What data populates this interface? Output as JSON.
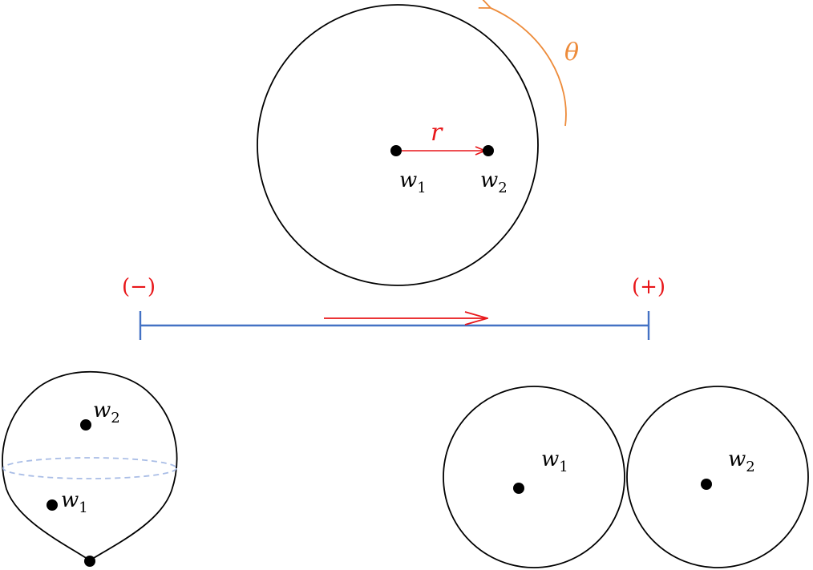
{
  "colors": {
    "stroke": "#000000",
    "accent_red": "#e8171a",
    "theta_orange": "#ed8b3a",
    "axis_blue": "#4472c4",
    "equator_dash": "#a9bde6"
  },
  "top": {
    "r_label": "r",
    "theta_label": "θ",
    "w1": {
      "base": "w",
      "sub": "1"
    },
    "w2": {
      "base": "w",
      "sub": "2"
    }
  },
  "scale": {
    "minus_label": "(−)",
    "plus_label": "(+)"
  },
  "left_shape": {
    "w1": {
      "base": "w",
      "sub": "1"
    },
    "w2": {
      "base": "w",
      "sub": "2"
    }
  },
  "right_shape": {
    "w1": {
      "base": "w",
      "sub": "1"
    },
    "w2": {
      "base": "w",
      "sub": "2"
    }
  }
}
